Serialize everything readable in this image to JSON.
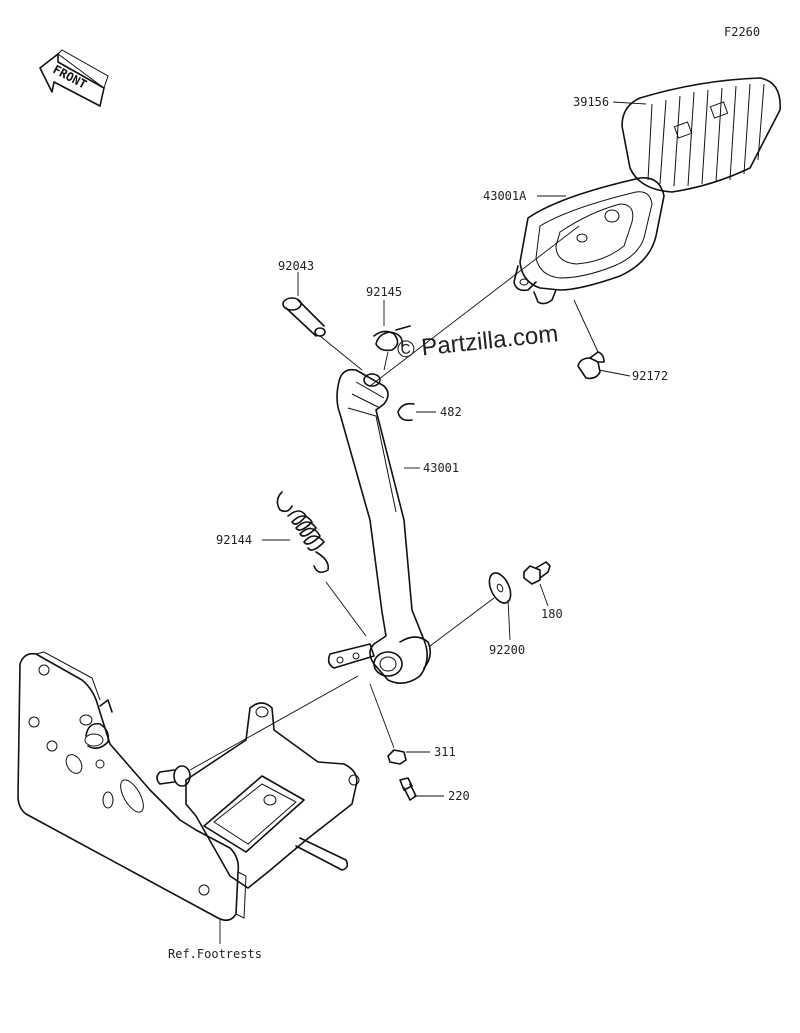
{
  "figure_code": "F2260",
  "front_label": "FRONT",
  "watermark": "© Partzilla.com",
  "ref_label": "Ref.Footrests",
  "parts": {
    "p39156": "39156",
    "p43001A": "43001A",
    "p92043": "92043",
    "p92145": "92145",
    "p92172": "92172",
    "p482": "482",
    "p43001": "43001",
    "p92144": "92144",
    "p180": "180",
    "p92200": "92200",
    "p311": "311",
    "p220": "220"
  }
}
